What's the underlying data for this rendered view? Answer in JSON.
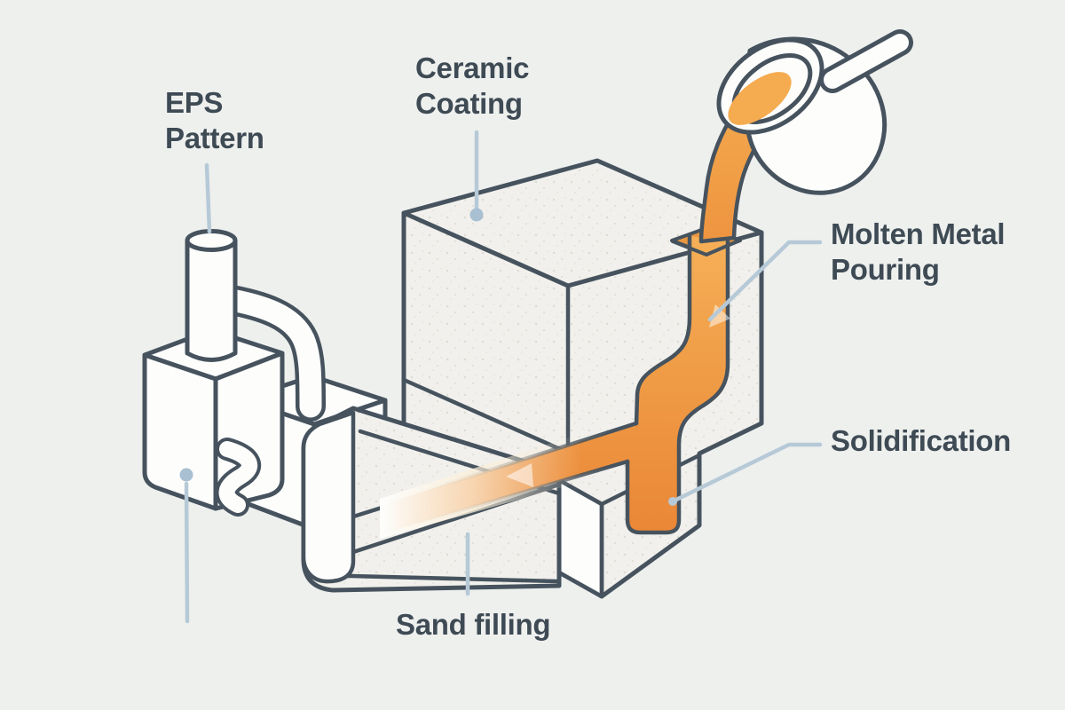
{
  "figure": {
    "background_color": "#eef0ee",
    "outline_color": "#46535e",
    "label_color": "#3e4a54",
    "leader_color": "#b6c9d7",
    "leader_dot_color": "#a9bfd2",
    "mold_fill_color": "#f1f0ec",
    "white_part_color": "#fdfdfc",
    "molten_metal_color": "#ec8a3a",
    "molten_metal_light_color": "#f6b156"
  },
  "labels": {
    "eps_pattern": {
      "line1": "EPS",
      "line2": "Pattern"
    },
    "ceramic_coating": {
      "line1": "Ceramic",
      "line2": "Coating"
    },
    "molten_metal_pouring": {
      "line1": "Molten Metal",
      "line2": "Pouring"
    },
    "solidification": {
      "line1": "Solidification"
    },
    "sand_filling": {
      "line1": "Sand filling"
    }
  }
}
